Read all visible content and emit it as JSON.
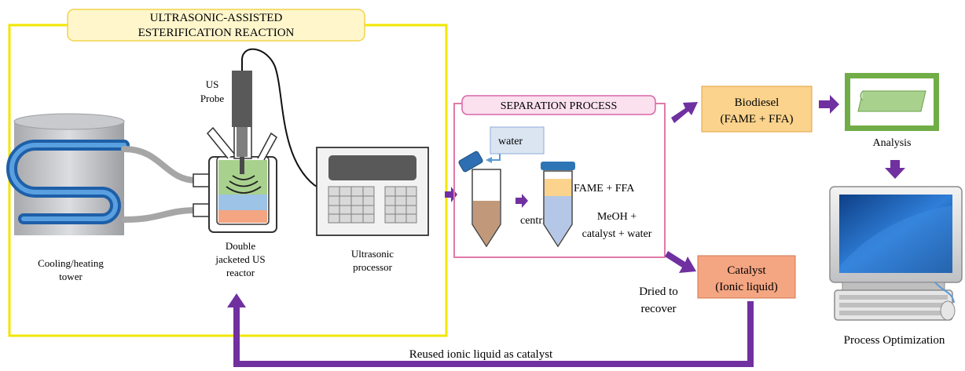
{
  "main_stage": {
    "title_line1": "ULTRASONIC-ASSISTED",
    "title_line2": "ESTERIFICATION REACTION"
  },
  "tower": {
    "label_line1": "Cooling/heating",
    "label_line2": "tower"
  },
  "reactor": {
    "label_line1": "Double",
    "label_line2": "jacketed US",
    "label_line3": "reactor"
  },
  "probe": {
    "label_line1": "US",
    "label_line2": "Probe"
  },
  "processor": {
    "label_line1": "Ultrasonic",
    "label_line2": "processor"
  },
  "separation": {
    "title": "SEPARATION PROCESS",
    "water_label": "water",
    "centrifuge_label": "centrifuge",
    "top_layer_label": "FAME + FFA",
    "bottom_layer_line1": "MeOH +",
    "bottom_layer_line2": "catalyst + water"
  },
  "biodiesel": {
    "line1": "Biodiesel",
    "line2": "(FAME + FFA)"
  },
  "analysis": {
    "label": "Analysis"
  },
  "catalyst": {
    "line1": "Catalyst",
    "line2": "(Ionic liquid)"
  },
  "dried": {
    "line1": "Dried to",
    "line2": "recover"
  },
  "optimization": {
    "label": "Process Optimization"
  },
  "reuse": {
    "label": "Reused ionic liquid  as catalyst"
  },
  "colors": {
    "stage_border": "#f2e600",
    "separation_border": "#e07aa8",
    "arrow": "#7030a0",
    "biodiesel_fill": "#fbd38d",
    "catalyst_fill": "#f4a582",
    "coil": "#2e75b6",
    "screen": "#1f5fb4",
    "analysis_frame": "#70ad47"
  }
}
